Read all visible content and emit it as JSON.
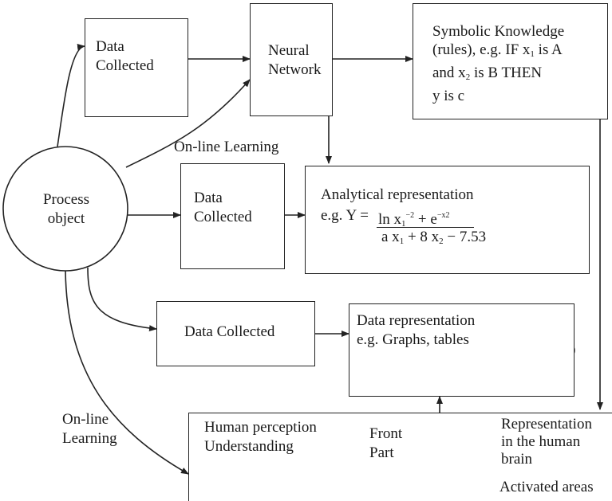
{
  "nodes": {
    "process_object": [
      "Process",
      "object"
    ],
    "data_collected_1": [
      "Data",
      "Collected"
    ],
    "neural_network": [
      "Neural",
      "Network"
    ],
    "symbolic": {
      "line1": "Symbolic Knowledge",
      "line2": "(rules), e.g. IF x",
      "sub1": "1",
      "line2b": " is A",
      "line3": "and x",
      "sub2": "2",
      "line3b": " is B THEN",
      "line4": "y is c"
    },
    "data_collected_2": [
      "Data",
      "Collected"
    ],
    "analytical": {
      "title": "Analytical representation",
      "prefix": "e.g. Y = ",
      "num_a": "ln x",
      "num_sub": "1",
      "num_sup": "−2",
      "num_b": " + e",
      "num_sup2": "−x2",
      "den_a": "a x",
      "den_sub1": "1",
      "den_b": " + 8 x",
      "den_sub2": "2",
      "den_c": " − 7.53"
    },
    "data_collected_3": "Data Collected",
    "data_repr": [
      "Data representation",
      "e.g. Graphs, tables"
    ],
    "human": [
      "Human perception",
      "Understanding"
    ],
    "brain_labels": {
      "front": [
        "Front",
        "Part"
      ],
      "repr": [
        "Representation",
        "in the human",
        "brain"
      ],
      "activated": "Activated areas"
    }
  },
  "edge_labels": {
    "online_1": "On-line Learning",
    "online_2": [
      "On-line",
      "Learning"
    ]
  }
}
